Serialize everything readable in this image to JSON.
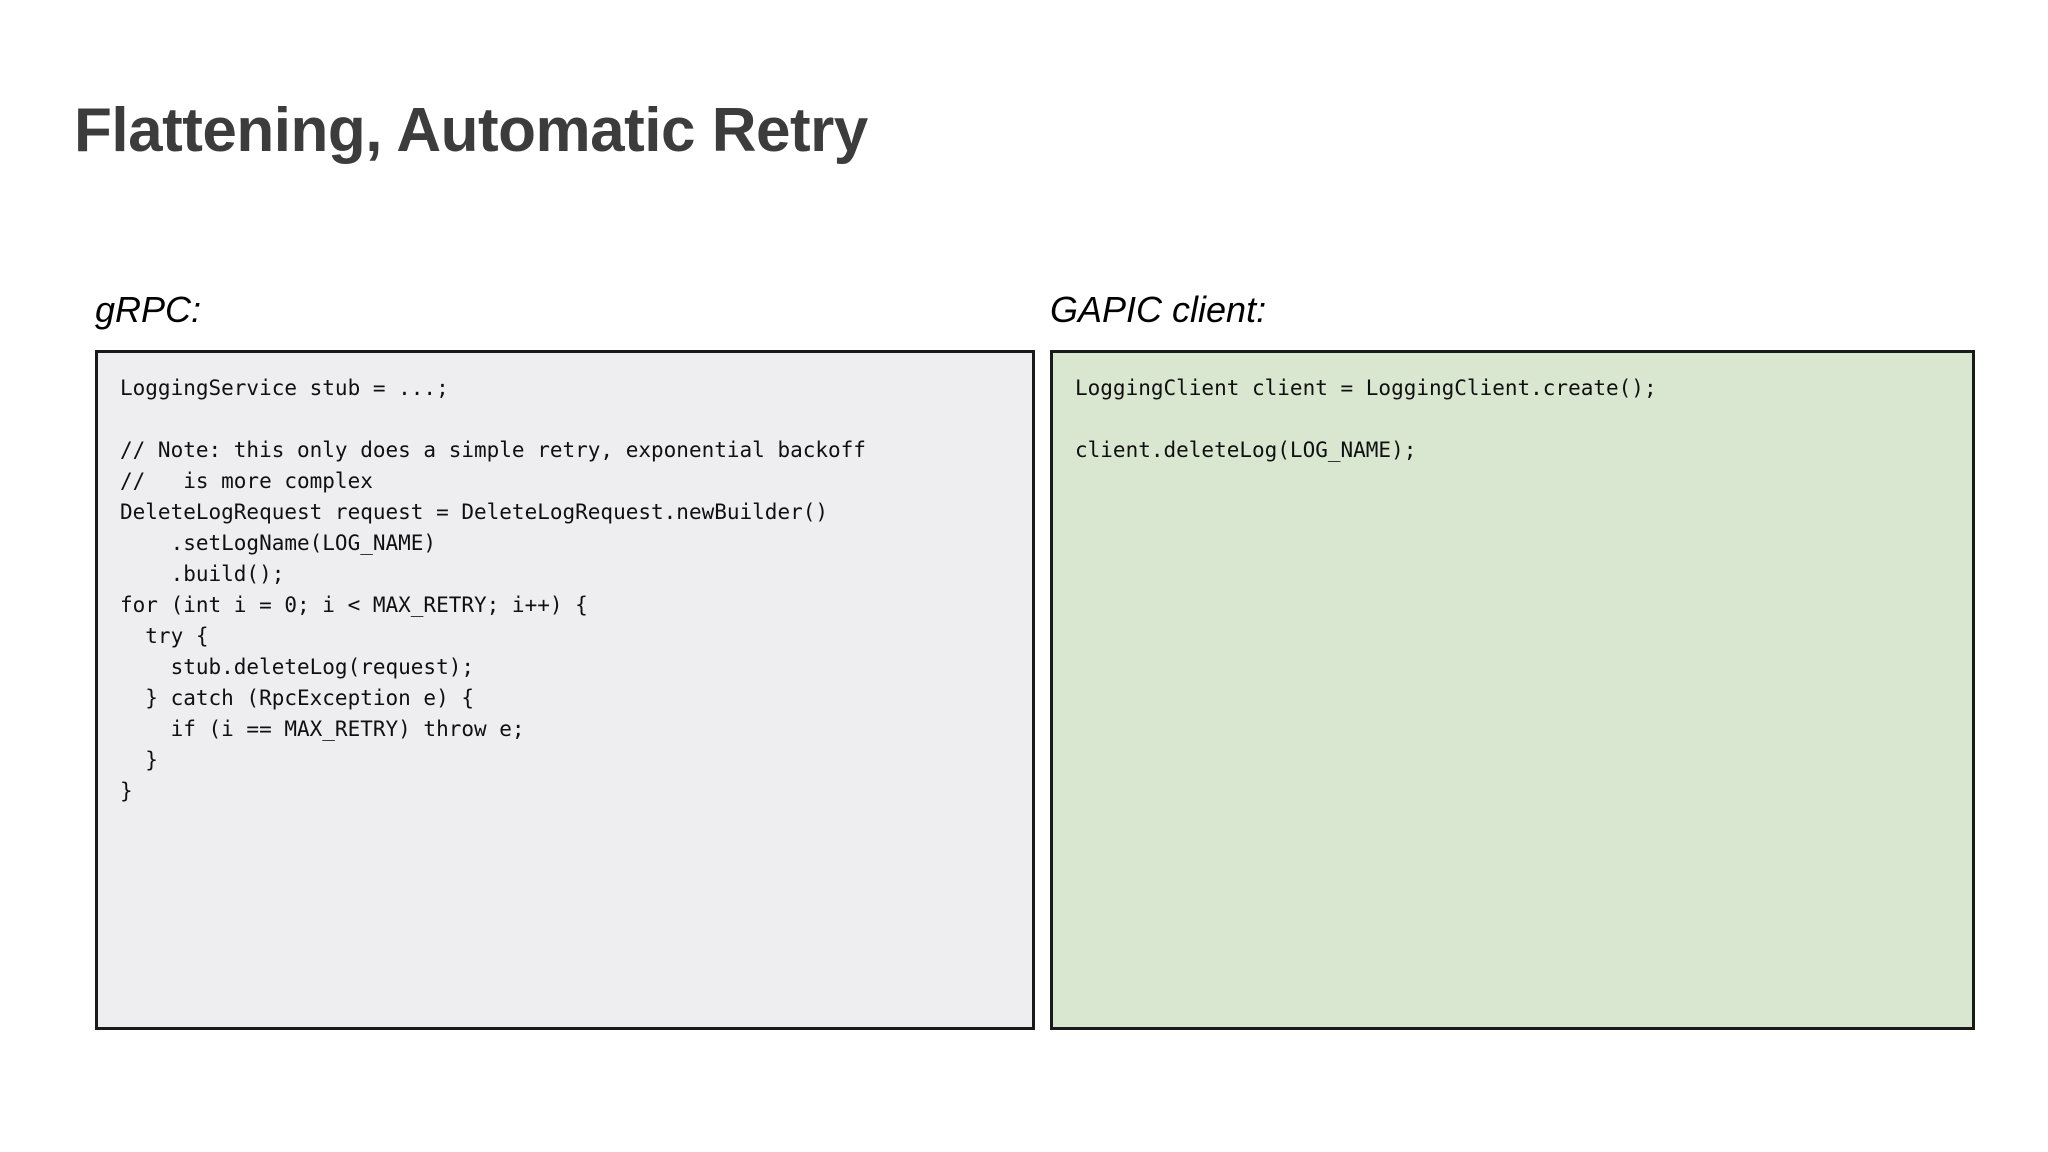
{
  "slide": {
    "title": "Flattening, Automatic Retry",
    "title_color": "#3c3c3c",
    "background_color": "#ffffff"
  },
  "columns": {
    "left": {
      "label": "gRPC:",
      "box_fill": "#eeeef0",
      "box_border": "#1a1a1a",
      "code": "LoggingService stub = ...;\n\n// Note: this only does a simple retry, exponential backoff\n//   is more complex\nDeleteLogRequest request = DeleteLogRequest.newBuilder()\n    .setLogName(LOG_NAME)\n    .build();\nfor (int i = 0; i < MAX_RETRY; i++) {\n  try {\n    stub.deleteLog(request);\n  } catch (RpcException e) {\n    if (i == MAX_RETRY) throw e;\n  }\n}"
    },
    "right": {
      "label": "GAPIC client:",
      "box_fill": "#d9e7d0",
      "box_border": "#1a1a1a",
      "code": "LoggingClient client = LoggingClient.create();\n\nclient.deleteLog(LOG_NAME);"
    }
  }
}
